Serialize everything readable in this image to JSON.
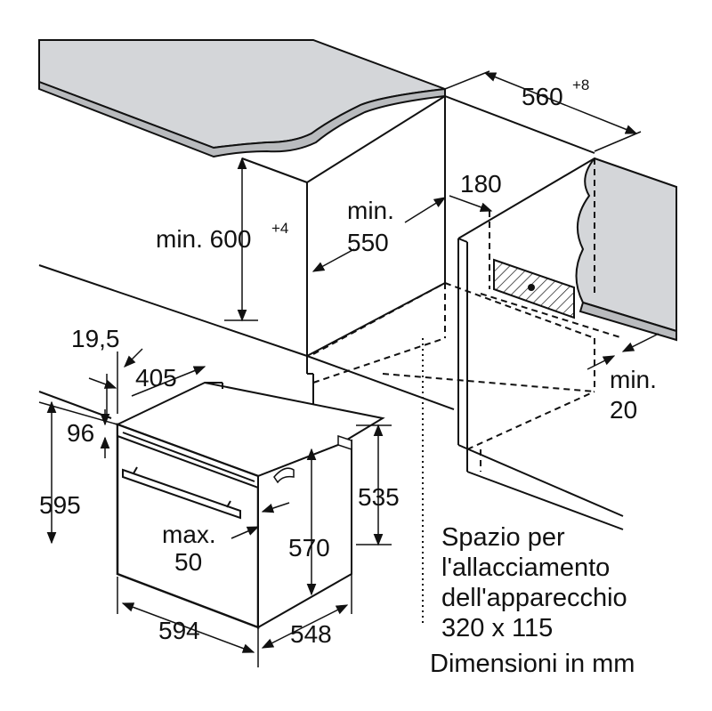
{
  "dimensions": {
    "width_slot": "560",
    "width_slot_tol": "+8",
    "height_min_prefix": "min. 600",
    "height_min_tol": "+4",
    "depth_min_line1": "min.",
    "depth_min_line2": "550",
    "back_gap": "180",
    "side_gap_line1": "min.",
    "side_gap_line2": "20",
    "front_offset": "19,5",
    "panel_depth": "405",
    "top_offset": "96",
    "overall_height": "595",
    "niche_height": "535",
    "inner_height": "570",
    "door_line1": "max.",
    "door_line2": "50",
    "overall_width": "594",
    "overall_depth": "548"
  },
  "notes": {
    "line1": "Spazio per",
    "line2": "l'allacciamento",
    "line3": "dell'apparecchio",
    "line4": "320 x 115",
    "units": "Dimensioni in mm"
  },
  "colors": {
    "worktop": "#d4d6d9",
    "worktop_dark": "#b9bbbe",
    "line": "#111111"
  }
}
